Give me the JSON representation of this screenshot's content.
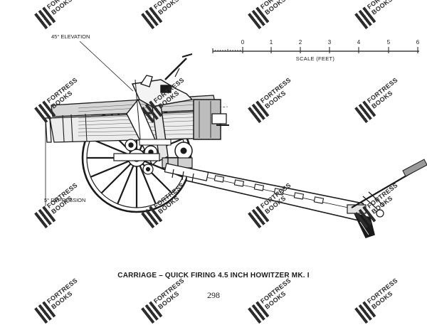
{
  "labels": {
    "elevation": "45° ELEVATION",
    "depression": "5° DEPRESSION",
    "scale_caption": "SCALE (FEET)"
  },
  "scale_ticks": [
    "0",
    "1",
    "2",
    "3",
    "4",
    "5",
    "6"
  ],
  "caption": "CARRIAGE – QUICK FIRING 4.5 INCH HOWITZER MK. I",
  "page_number": "298",
  "watermark": {
    "line1": "FORTRESS",
    "line2": "BOOKS"
  }
}
